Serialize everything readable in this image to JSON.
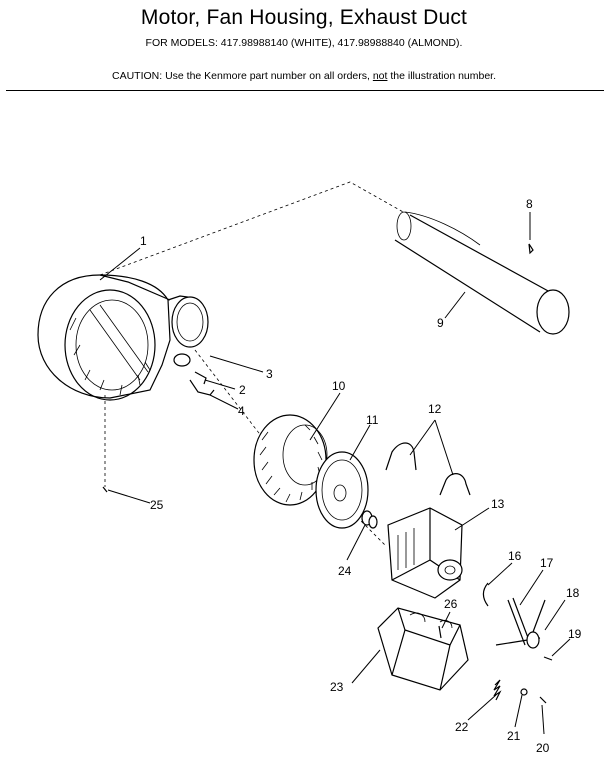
{
  "header": {
    "title": "Motor, Fan Housing, Exhaust Duct",
    "models": "FOR MODELS:  417.98988140 (WHITE), 417.98988840 (ALMOND).",
    "caution_prefix": "CAUTION:  Use the Kenmore part number on all orders, ",
    "caution_emphasis": "not",
    "caution_suffix": " the illustration number."
  },
  "callouts": [
    "1",
    "2",
    "3",
    "4",
    "8",
    "9",
    "10",
    "11",
    "12",
    "13",
    "16",
    "17",
    "18",
    "19",
    "20",
    "21",
    "22",
    "23",
    "24",
    "25",
    "26"
  ]
}
